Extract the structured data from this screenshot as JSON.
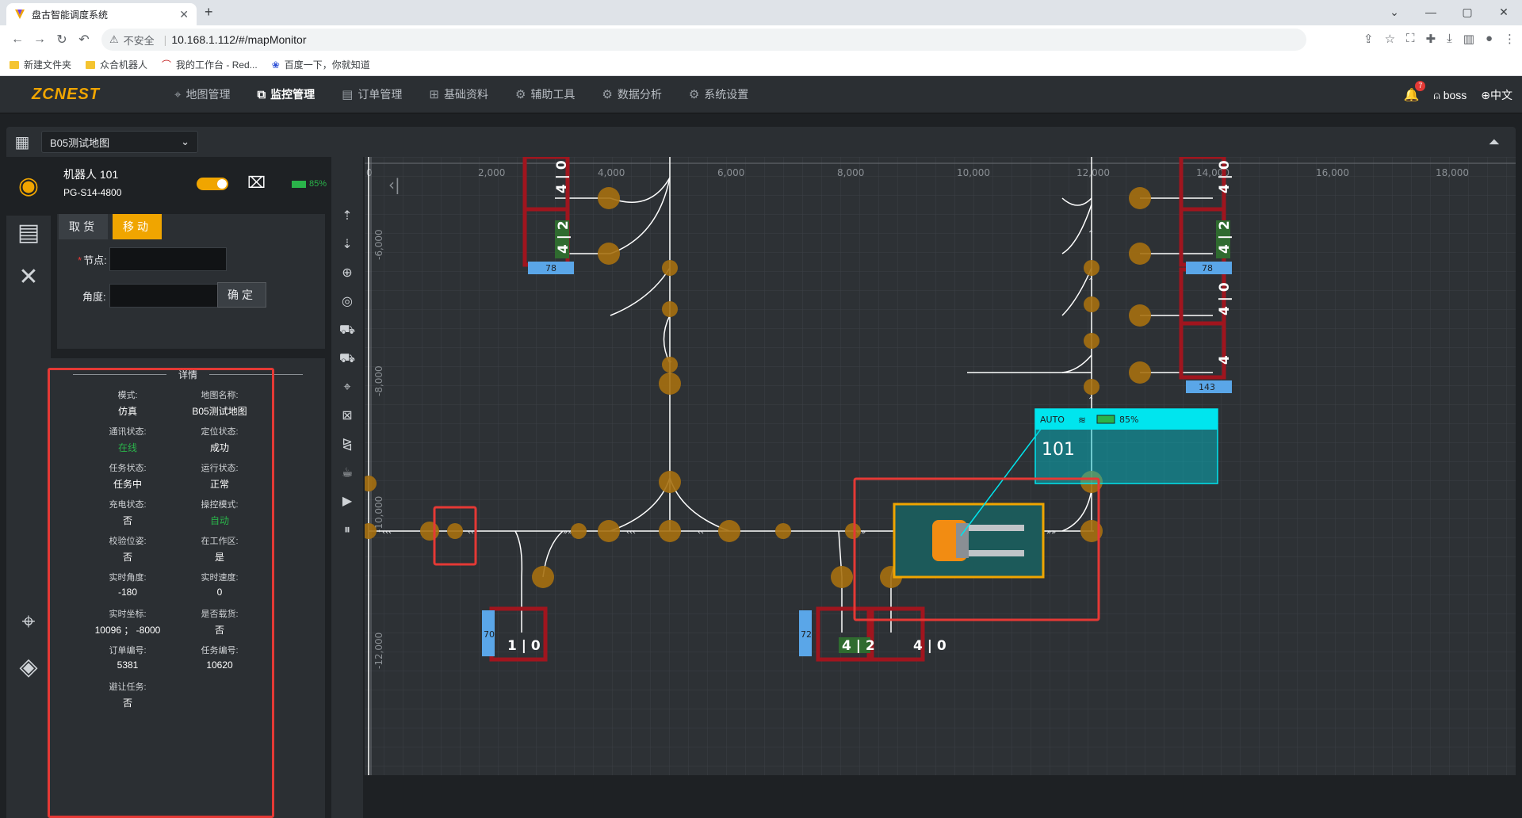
{
  "browser": {
    "tab_title": "盘古智能调度系统",
    "tab_close": "✕",
    "new_tab": "+",
    "window_controls": [
      "⌄",
      "—",
      "▢",
      "✕"
    ],
    "security": "不安全",
    "url": "10.168.1.112/#/mapMonitor",
    "bookmarks": [
      "新建文件夹",
      "众合机器人",
      "我的工作台 - Red...",
      "百度一下，你就知道"
    ]
  },
  "header": {
    "logo": "ZCNEST",
    "menu": [
      "地图管理",
      "监控管理",
      "订单管理",
      "基础资料",
      "辅助工具",
      "数据分析",
      "系统设置"
    ],
    "active_menu": "监控管理",
    "notifications": "7",
    "user": "boss",
    "language": "中文"
  },
  "map_selector": {
    "value": "B05测试地图"
  },
  "robot": {
    "name": "机器人  101",
    "code": "PG-S14-4800",
    "battery": "85%",
    "tabs": [
      "取货",
      "移动"
    ],
    "active_tab": "移动",
    "node_label": "节点:",
    "angle_label": "角度:",
    "confirm": "确定"
  },
  "details": {
    "title": "详情",
    "fields": [
      {
        "label": "模式:",
        "value": "仿真"
      },
      {
        "label": "地图名称:",
        "value": "B05测试地图"
      },
      {
        "label": "通讯状态:",
        "value": "在线"
      },
      {
        "label": "定位状态:",
        "value": "成功"
      },
      {
        "label": "任务状态:",
        "value": "任务中"
      },
      {
        "label": "运行状态:",
        "value": "正常"
      },
      {
        "label": "充电状态:",
        "value": "否"
      },
      {
        "label": "操控模式:",
        "value": "自动"
      },
      {
        "label": "校验位姿:",
        "value": "否"
      },
      {
        "label": "在工作区:",
        "value": "是"
      },
      {
        "label": "实时角度:",
        "value": "-180"
      },
      {
        "label": "实时速度:",
        "value": "0"
      },
      {
        "label": "实时坐标:",
        "value": "10096 ； -8000"
      },
      {
        "label": "是否载货:",
        "value": "否"
      },
      {
        "label": "订单编号:",
        "value": "5381"
      },
      {
        "label": "任务编号:",
        "value": "10620"
      },
      {
        "label": "避让任务:",
        "value": "否"
      }
    ]
  },
  "map": {
    "x_ticks": [
      "0",
      "2,000",
      "4,000",
      "6,000",
      "8,000",
      "10,000",
      "12,000",
      "14,000",
      "16,000",
      "18,000"
    ],
    "y_ticks": [
      "-6,000",
      "-8,000",
      "-10,000",
      "-12,000"
    ],
    "robot_popup": {
      "mode": "AUTO",
      "battery": "85%",
      "id": "101"
    },
    "station_tags": [
      "78",
      "78",
      "143",
      "70",
      "72"
    ],
    "station_codes": [
      "4 | 0",
      "4 | 2",
      "4 | 2",
      "4 | 0",
      "4",
      "1 | 0",
      "4 | 2",
      "4 | 0"
    ]
  },
  "colors": {
    "accent": "#f0a500",
    "highlight": "#e53935",
    "node": "#b07a12",
    "station": "#a0151e",
    "popup": "#00e5ee"
  }
}
